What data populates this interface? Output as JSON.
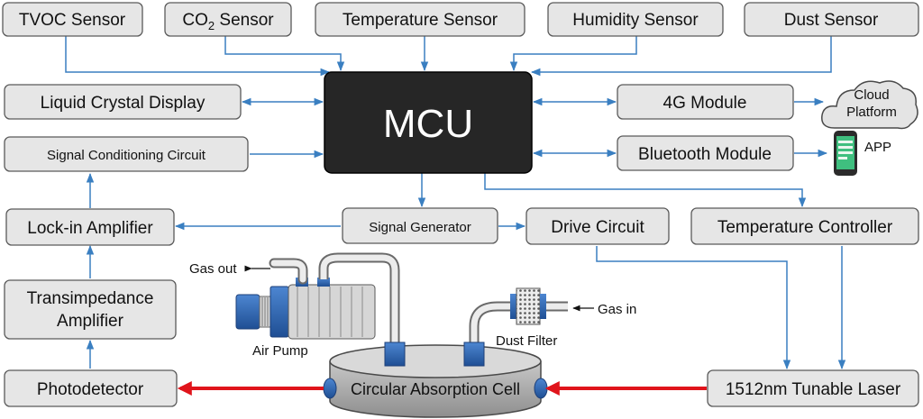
{
  "blocks": {
    "tvoc": "TVOC Sensor",
    "co2_prefix": "CO",
    "co2_sub": "2",
    "co2_suffix": " Sensor",
    "temperature": "Temperature Sensor",
    "humidity": "Humidity Sensor",
    "dust": "Dust Sensor",
    "lcd": "Liquid Crystal Display",
    "signal_cond": "Signal Conditioning Circuit",
    "mcu": "MCU",
    "module_4g": "4G Module",
    "bluetooth": "Bluetooth Module",
    "cloud_line1": "Cloud",
    "cloud_line2": "Platform",
    "app": "APP",
    "lockin": "Lock-in Amplifier",
    "signal_gen": "Signal Generator",
    "drive": "Drive Circuit",
    "temp_ctrl": "Temperature Controller",
    "tia_line1": "Transimpedance",
    "tia_line2": "Amplifier",
    "photodetector": "Photodetector",
    "cell": "Circular Absorption Cell",
    "laser": "1512nm Tunable Laser"
  },
  "labels": {
    "gas_out": "Gas out",
    "gas_in": "Gas in",
    "air_pump": "Air Pump",
    "dust_filter": "Dust Filter"
  },
  "colors": {
    "block_fill": "#e6e6e6",
    "mcu_fill": "#262626",
    "connector": "#3a7fc1",
    "laser_beam": "#e0141b",
    "component_blue": "#2e66b5"
  },
  "icons": {
    "cloud": "cloud-icon",
    "phone": "smartphone-icon",
    "pump": "air-pump-icon",
    "filter": "dust-filter-icon"
  }
}
